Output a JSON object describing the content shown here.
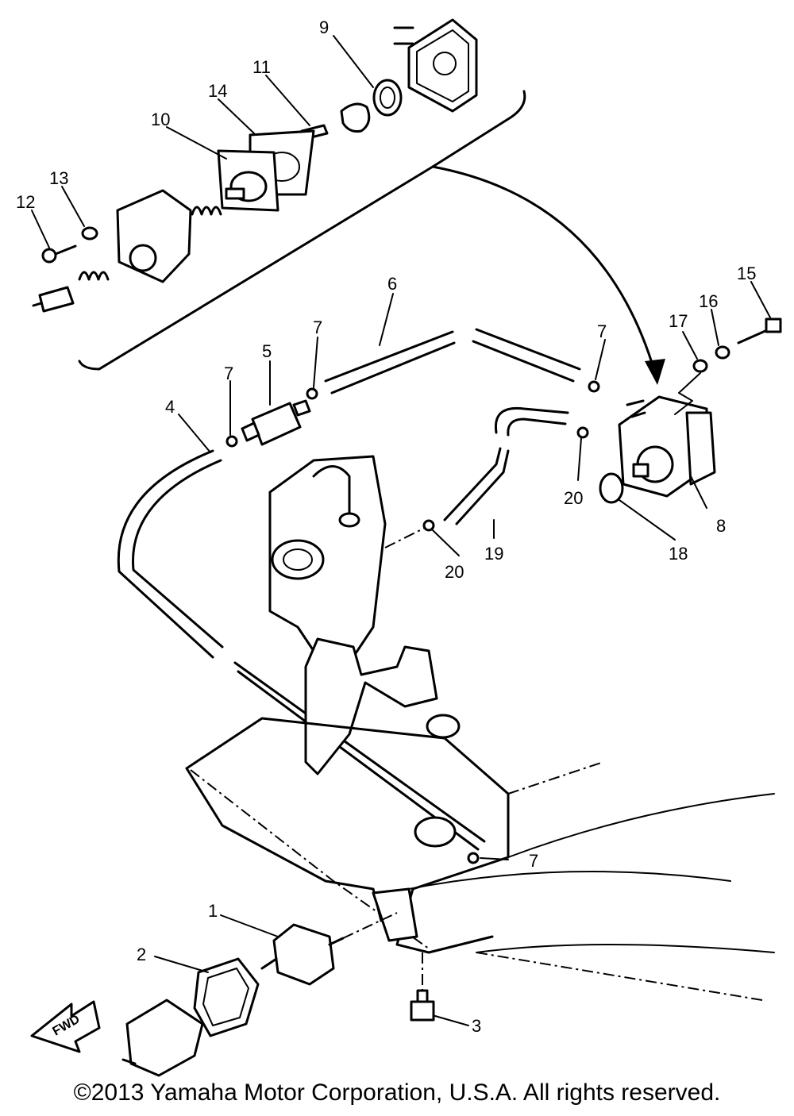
{
  "callouts": [
    {
      "id": "c1",
      "label": "1"
    },
    {
      "id": "c2",
      "label": "2"
    },
    {
      "id": "c3",
      "label": "3"
    },
    {
      "id": "c4",
      "label": "4"
    },
    {
      "id": "c5",
      "label": "5"
    },
    {
      "id": "c6",
      "label": "6"
    },
    {
      "id": "c7a",
      "label": "7"
    },
    {
      "id": "c7b",
      "label": "7"
    },
    {
      "id": "c7c",
      "label": "7"
    },
    {
      "id": "c7d",
      "label": "7"
    },
    {
      "id": "c8",
      "label": "8"
    },
    {
      "id": "c9",
      "label": "9"
    },
    {
      "id": "c10",
      "label": "10"
    },
    {
      "id": "c11",
      "label": "11"
    },
    {
      "id": "c12",
      "label": "12"
    },
    {
      "id": "c13",
      "label": "13"
    },
    {
      "id": "c14",
      "label": "14"
    },
    {
      "id": "c15",
      "label": "15"
    },
    {
      "id": "c16",
      "label": "16"
    },
    {
      "id": "c17",
      "label": "17"
    },
    {
      "id": "c18",
      "label": "18"
    },
    {
      "id": "c19",
      "label": "19"
    },
    {
      "id": "c20a",
      "label": "20"
    },
    {
      "id": "c20b",
      "label": "20"
    }
  ],
  "fwd_label": "FWD",
  "copyright": "©2013 Yamaha Motor Corporation, U.S.A. All rights reserved."
}
